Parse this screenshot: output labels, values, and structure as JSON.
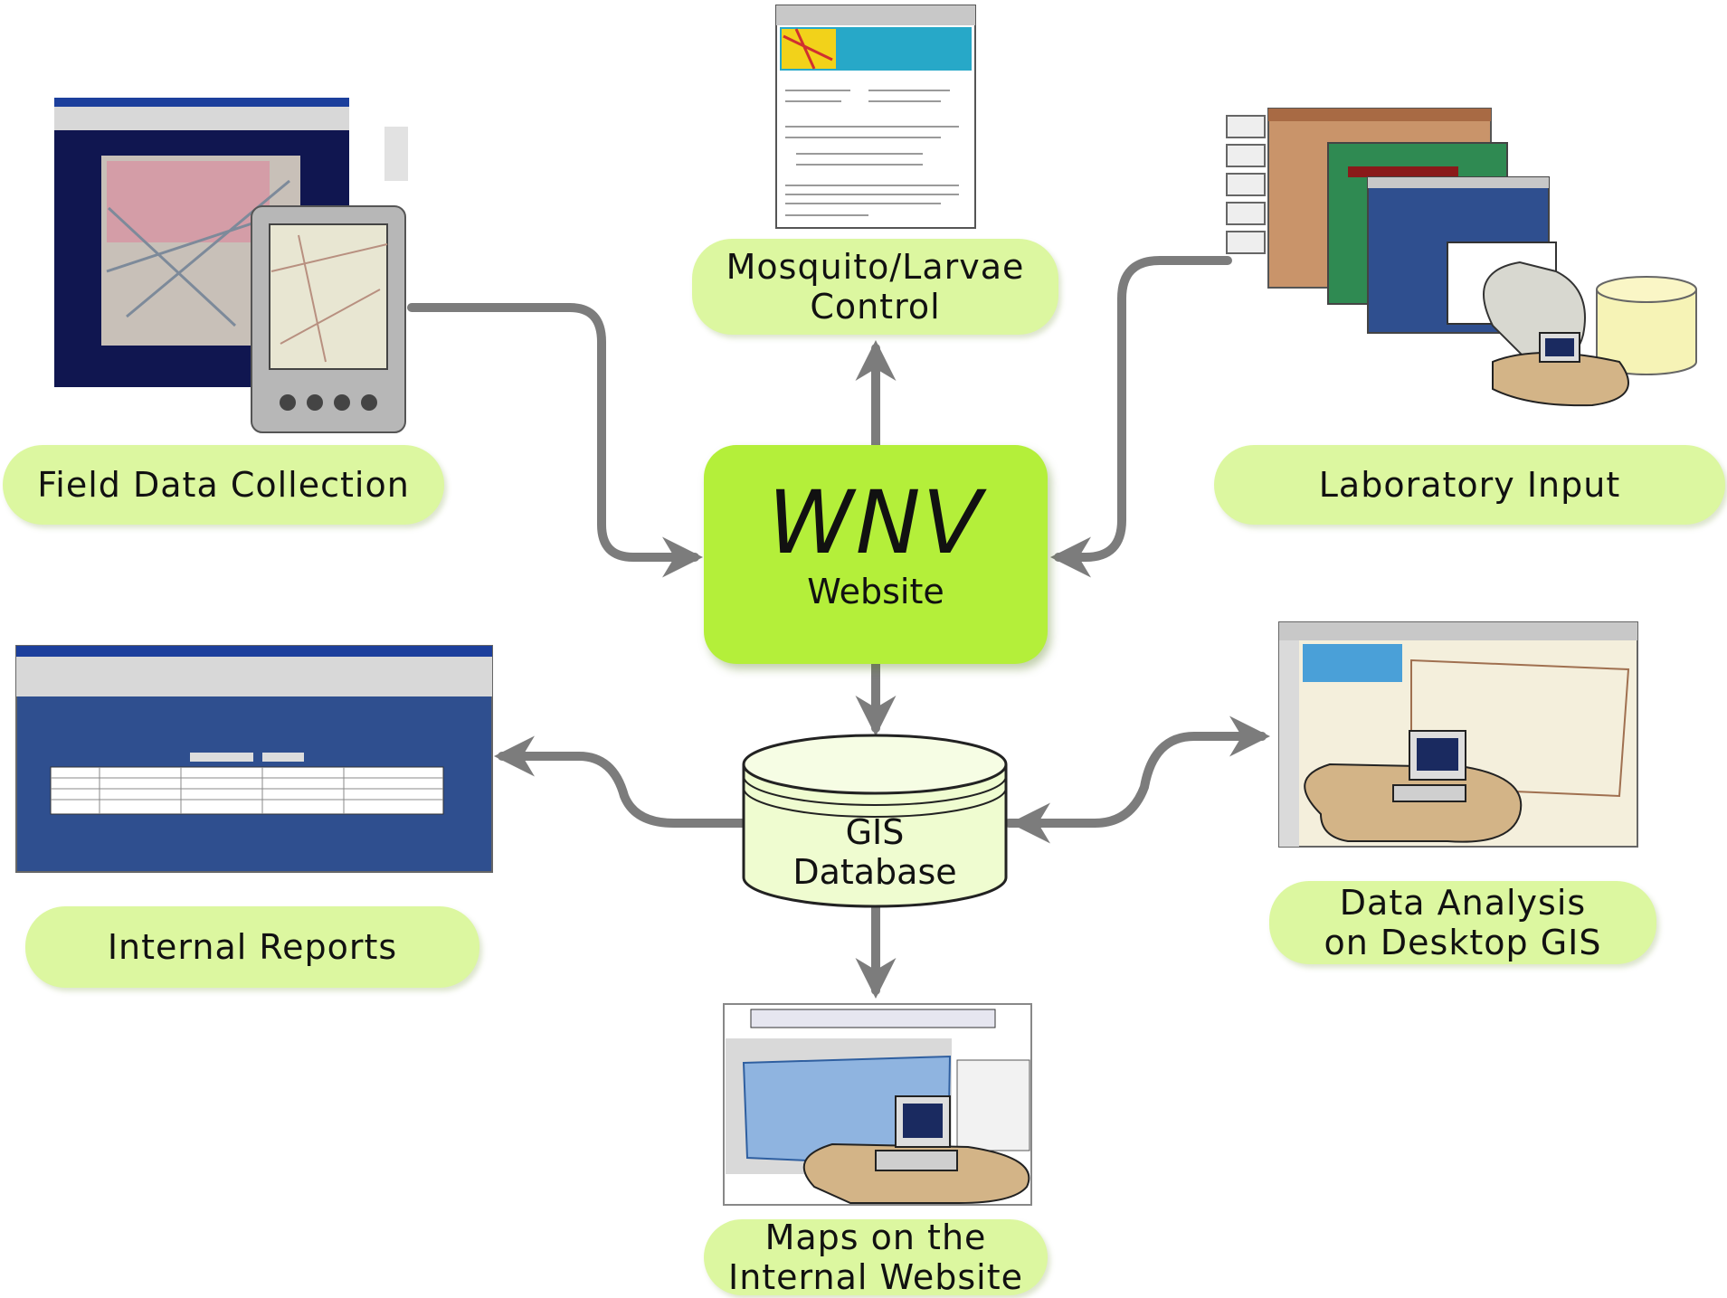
{
  "nodes": {
    "center": {
      "title": "WNV",
      "subtitle": "Website"
    },
    "database": {
      "line1": "GIS",
      "line2": "Database"
    },
    "mosquito": {
      "line1": "Mosquito/Larvae",
      "line2": "Control"
    },
    "field": {
      "label": "Field Data Collection"
    },
    "laboratory": {
      "label": "Laboratory Input"
    },
    "internal_reports": {
      "label": "Internal Reports"
    },
    "data_analysis": {
      "line1": "Data Analysis",
      "line2": "on Desktop GIS"
    },
    "maps": {
      "line1": "Maps on the",
      "line2": "Internal Website"
    }
  },
  "colors": {
    "hub": "#b4ef3a",
    "pill": "#dcf7a0",
    "database_fill": "#effcd0",
    "arrow": "#7c7c7c",
    "screen_blue": "#2f4f8f",
    "navy": "#101650"
  },
  "thumbnails": {
    "field": "field-screenshot-and-pda-icon",
    "mosquito": "mosquito-webpage-screenshot",
    "laboratory": "laboratory-windows-and-computer-icon",
    "internal_reports": "internal-report-screenshot",
    "data_analysis": "desktop-gis-screenshot-with-computer-icon",
    "maps": "internal-map-screenshot-with-computer-icon"
  }
}
